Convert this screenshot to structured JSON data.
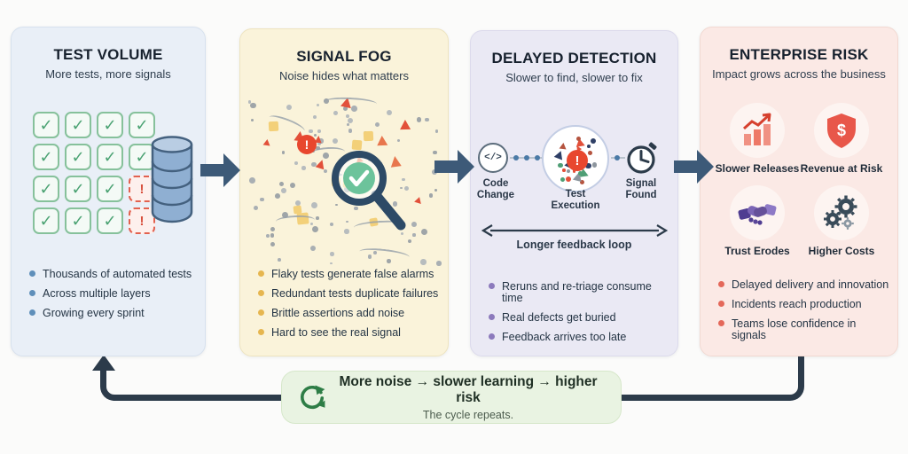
{
  "panels": [
    {
      "title": "TEST VOLUME",
      "subtitle": "More tests, more signals",
      "bullets": [
        "Thousands of automated tests",
        "Across multiple layers",
        "Growing every sprint"
      ],
      "bullet_color": "#5f8fba",
      "bg": "#e9eff7",
      "check_grid": [
        [
          "ok",
          "ok",
          "ok",
          "ok"
        ],
        [
          "ok",
          "ok",
          "ok",
          "ok"
        ],
        [
          "ok",
          "ok",
          "ok",
          "fail"
        ],
        [
          "ok",
          "ok",
          "ok",
          "fail"
        ]
      ],
      "check_glyph": "✓",
      "fail_glyph": "!"
    },
    {
      "title": "SIGNAL FOG",
      "subtitle": "Noise hides what matters",
      "bullets": [
        "Flaky tests generate false alarms",
        "Redundant tests duplicate failures",
        "Brittle assertions add noise",
        "Hard to see the real signal"
      ],
      "bullet_color": "#e6b64f",
      "bg": "#faf3da",
      "alert_glyph": "!"
    },
    {
      "title": "DELAYED DETECTION",
      "subtitle": "Slower to find, slower to fix",
      "bullets": [
        "Reruns and re-triage consume time",
        "Real defects get buried",
        "Feedback arrives too late"
      ],
      "bullet_color": "#8c7abc",
      "bg": "#eae9f4",
      "flow": {
        "node1": "Code Change",
        "node1_glyph": "</>",
        "node2": "Test Execution",
        "node3": "Signal Found",
        "loop_label": "Longer feedback loop",
        "alert_glyph": "!"
      }
    },
    {
      "title": "ENTERPRISE RISK",
      "subtitle": "Impact grows across the business",
      "bullets": [
        "Delayed delivery and innovation",
        "Incidents reach production",
        "Teams lose confidence in signals"
      ],
      "bullet_color": "#e4685a",
      "bg": "#fbe9e5",
      "risks": [
        {
          "label": "Slower Releases",
          "icon": "bar-chart-up-icon"
        },
        {
          "label": "Revenue at Risk",
          "icon": "shield-dollar-icon"
        },
        {
          "label": "Trust Erodes",
          "icon": "handshake-icon"
        },
        {
          "label": "Higher Costs",
          "icon": "gears-icon"
        }
      ],
      "shield_glyph": "$"
    }
  ],
  "cycle_banner": {
    "headline": "More noise → slower learning → higher risk",
    "subtext": "The cycle repeats.",
    "icon": "cycle-icon",
    "accent": "#2e7d46"
  },
  "colors": {
    "flow_arrow": "#3d5a78",
    "loop_line": "#2c3b4a",
    "noise_red": "#e2503a",
    "noise_yellow": "#f3d079",
    "noise_gray": "#9aa2ab",
    "check_green": "#4aa272",
    "fail_red": "#d8503d"
  }
}
